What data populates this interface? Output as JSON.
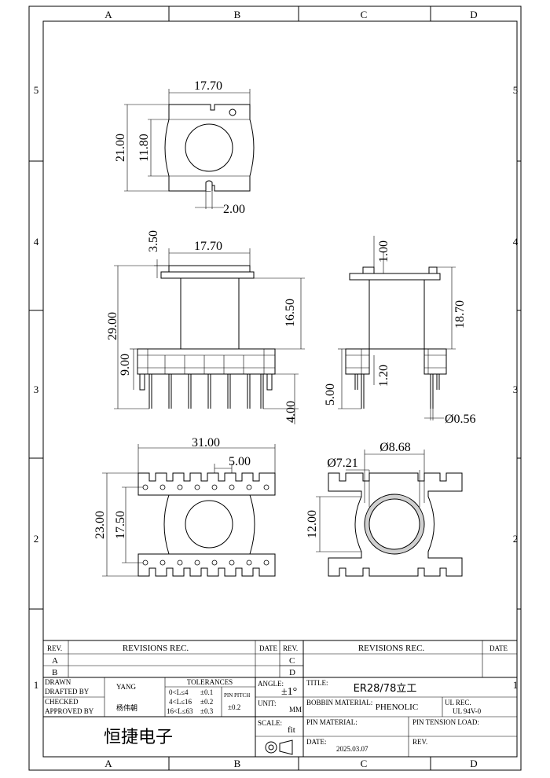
{
  "frame": {
    "columns": [
      "A",
      "B",
      "C",
      "D"
    ],
    "rows": [
      "5",
      "4",
      "3",
      "2",
      "1"
    ]
  },
  "dimensions": {
    "top_width": "17.70",
    "top_height": "21.00",
    "top_inner": "11.80",
    "top_slot": "2.00",
    "front_width": "17.70",
    "front_flange": "3.50",
    "front_total": "29.00",
    "front_body": "16.50",
    "front_base": "9.00",
    "front_pin": "4.00",
    "side_top": "1.00",
    "side_body": "18.70",
    "side_base": "5.00",
    "side_gap": "1.20",
    "side_pin_dia": "Ø0.56",
    "bottom_width": "31.00",
    "bottom_pitch": "5.00",
    "bottom_height": "23.00",
    "bottom_inner": "17.50",
    "section_outer": "Ø8.68",
    "section_inner": "Ø7.21",
    "section_height": "12.00"
  },
  "title_block": {
    "rev_header": "REV.",
    "revisions_header": "REVISIONS REC.",
    "date_header": "DATE",
    "rev_a": "A",
    "rev_b": "B",
    "rev_c": "C",
    "rev_d": "D",
    "drawn": "DRAWN",
    "drafted_by": "DRAFTED  BY",
    "drafted_name": "YANG",
    "checked": "CHECKED",
    "approved_by": "APPROVED BY",
    "approved_name": "杨伟朝",
    "tolerances": "TOLERANCES",
    "tol_row1": "0<L≤4",
    "tol_val1": "±0.1",
    "tol_row2": "4<L≤16",
    "tol_val2": "±0.2",
    "tol_row3": "16<L≤63",
    "tol_val3": "±0.3",
    "pin_pitch": "PIN PITCH",
    "pin_pitch_val": "±0.2",
    "angle_label": "ANGLE:",
    "angle_val": "±1°",
    "unit_label": "UNIT:",
    "unit_val": "MM",
    "scale_label": "SCALE:",
    "scale_val": "fit",
    "company": "恒捷电子",
    "title_label": "TITLE:",
    "title_val": "ER28/78立工",
    "bobbin_label": "BOBBIN MATERIAL:",
    "bobbin_val": "PHENOLIC",
    "ul_label": "UL REC.",
    "ul_val": "UL 94V-0",
    "pin_material_label": "PIN MATERIAL:",
    "pin_tension_label": "PIN TENSION LOAD:",
    "date_label": "DATE:",
    "date_val": "2025.03.07",
    "rev_label": "REV."
  }
}
